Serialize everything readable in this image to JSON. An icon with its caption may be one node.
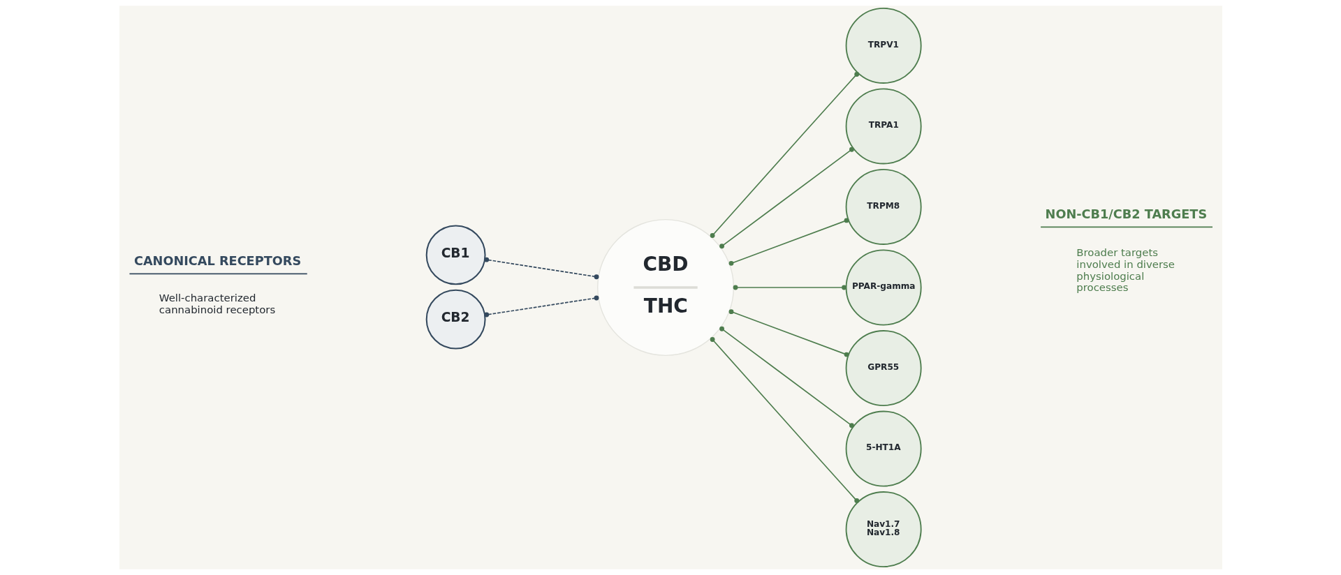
{
  "diagram": {
    "nodes": [
      {
        "text": [
          "CB1"
        ]
      },
      {
        "text": [
          "CB2"
        ]
      },
      {
        "text": [
          "CBD",
          "THC"
        ]
      },
      {
        "text": [
          "TRPV1"
        ]
      },
      {
        "text": [
          "TRPA1"
        ]
      },
      {
        "text": [
          "TRPM8"
        ]
      },
      {
        "text": [
          "PPAR-gamma"
        ]
      },
      {
        "text": [
          "GPR55"
        ]
      },
      {
        "text": [
          "5-HT1A"
        ]
      },
      {
        "text": [
          "Nav1.7",
          "Nav1.8"
        ]
      }
    ],
    "edges": [
      {
        "from": 0,
        "to": 2,
        "arrow": "other",
        "style": "dashed",
        "color": "#34495e"
      },
      {
        "from": 1,
        "to": 2,
        "arrow": "other",
        "style": "dashed",
        "color": "#34495e"
      },
      {
        "from": 2,
        "to": 3,
        "arrow": "other"
      },
      {
        "from": 2,
        "to": 4,
        "arrow": "other"
      },
      {
        "from": 2,
        "to": 5,
        "arrow": "other"
      },
      {
        "from": 2,
        "to": 6,
        "arrow": "other"
      },
      {
        "from": 2,
        "to": 7,
        "arrow": "other"
      },
      {
        "from": 2,
        "to": 8,
        "arrow": "other"
      },
      {
        "from": 2,
        "to": 9,
        "arrow": "other"
      }
    ],
    "labels": [
      "CANONICAL RECEPTORS",
      "Well-characterized cannabinoid receptors",
      "NON-CB1/CB2 TARGETS",
      "Broader targets involved in diverse physiological processes"
    ]
  }
}
